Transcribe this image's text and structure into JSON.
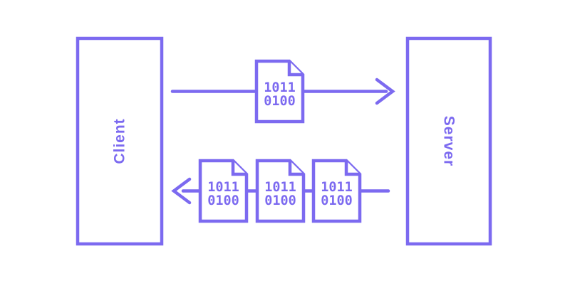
{
  "diagram": {
    "background_color": "#ffffff",
    "accent_color": "#7c6af0",
    "nodes": {
      "client": {
        "label": "Client"
      },
      "server": {
        "label": "Server"
      }
    },
    "flows": {
      "request": {
        "direction": "client-to-server",
        "packets": [
          {
            "line1": "1011",
            "line2": "0100"
          }
        ]
      },
      "response": {
        "direction": "server-to-client",
        "packets": [
          {
            "line1": "1011",
            "line2": "0100"
          },
          {
            "line1": "1011",
            "line2": "0100"
          },
          {
            "line1": "1011",
            "line2": "0100"
          }
        ]
      }
    }
  }
}
